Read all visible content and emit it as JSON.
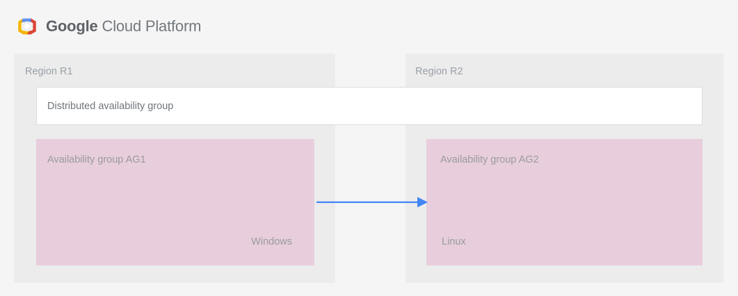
{
  "page": {
    "background_color": "#f5f5f5"
  },
  "brand": {
    "logo_icon": "google-cloud-platform-logo",
    "name_strong": "Google",
    "name_light": "Cloud Platform",
    "logo_colors": {
      "blue": "#5b8def",
      "red": "#db4437",
      "yellow": "#f4b400",
      "center": "#f1f1f1"
    },
    "text_color": "#5f6368"
  },
  "diagram": {
    "type": "architecture-diagram",
    "regions": [
      {
        "id": "r1",
        "label": "Region R1",
        "background_color": "#ececec",
        "availability_group": {
          "title": "Availability group AG1",
          "os": "Windows",
          "background_color": "#e8cedd",
          "text_color": "#9a9a9a"
        }
      },
      {
        "id": "r2",
        "label": "Region R2",
        "background_color": "#ececec",
        "availability_group": {
          "title": "Availability group AG2",
          "os": "Linux",
          "background_color": "#e8cedd",
          "text_color": "#9a9a9a"
        }
      }
    ],
    "distributed_group": {
      "label": "Distributed availability group",
      "background_color": "#ffffff",
      "border_color": "#dcdcdc",
      "text_color": "#70757a"
    },
    "connector": {
      "name": "replication-arrow",
      "direction": "r1-to-r2",
      "color": "#4285f4"
    },
    "region_label_color": "#9aa0a6"
  }
}
